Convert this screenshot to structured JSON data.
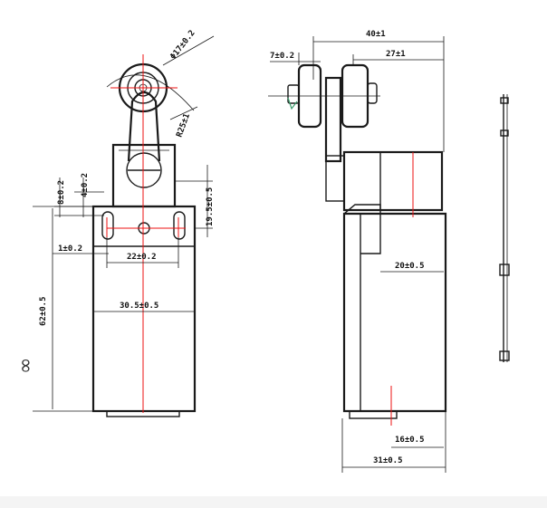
{
  "front_view": {
    "dim_roller_dia": "Φ17±0.2",
    "dim_arm_radius": "R25±1",
    "dim_slot_top_8": "8±0.2",
    "dim_slot_top_4": "4±0.2",
    "dim_head_19_5": "19.5±0.5",
    "dim_slot_1": "1±0.2",
    "dim_hole_22": "22±0.2",
    "dim_width_30_5": "30.5±0.5",
    "dim_height_62": "62±0.5"
  },
  "side_view": {
    "dim_total_40": "40±1",
    "dim_7": "7±0.2",
    "dim_27": "27±1",
    "dim_20": "20±0.5",
    "dim_16": "16±0.5",
    "dim_31": "31±0.5"
  },
  "margin_mark": "∞"
}
